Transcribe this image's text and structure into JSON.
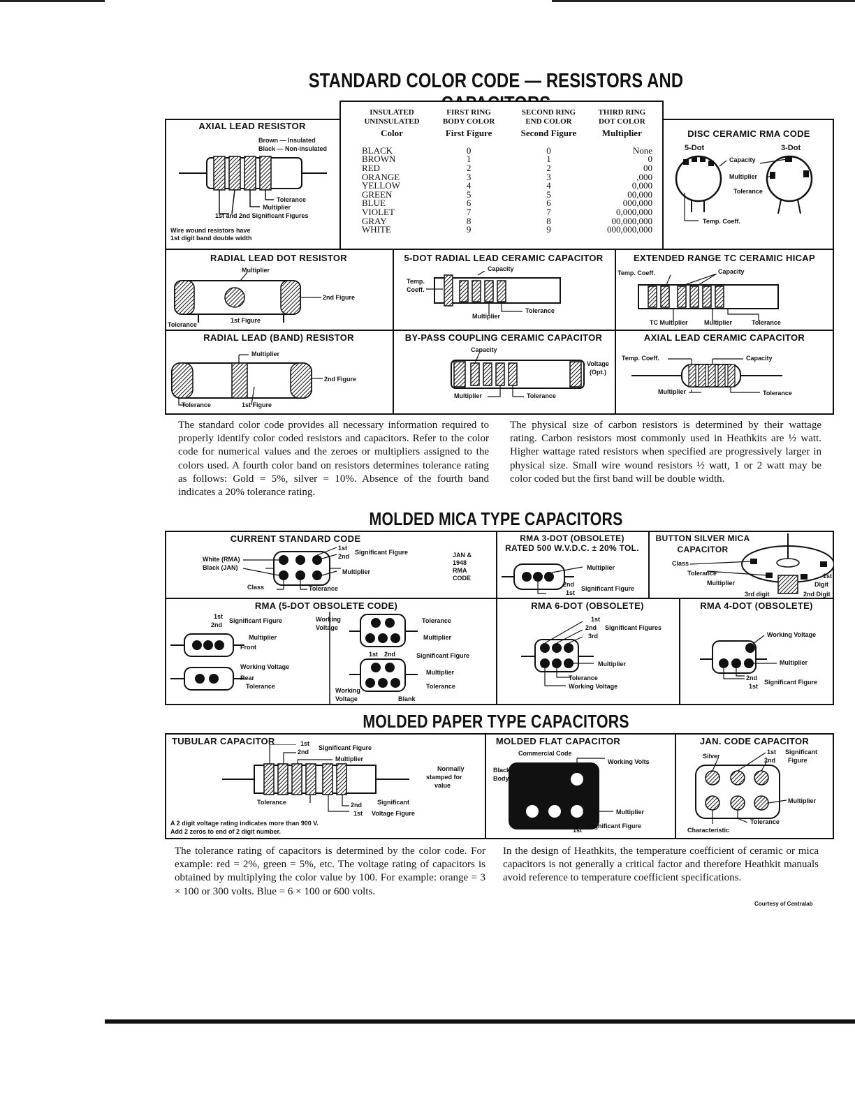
{
  "title": "STANDARD COLOR CODE — RESISTORS AND CAPACITORS",
  "color_table": {
    "header_col1": [
      "INSULATED",
      "UNINSULATED",
      "Color"
    ],
    "header_col2": [
      "FIRST RING",
      "BODY COLOR",
      "First Figure"
    ],
    "header_col3": [
      "SECOND RING",
      "END COLOR",
      "Second Figure"
    ],
    "header_col4": [
      "THIRD RING",
      "DOT COLOR",
      "Multiplier"
    ],
    "rows": [
      [
        "BLACK",
        "0",
        "0",
        "None"
      ],
      [
        "BROWN",
        "1",
        "1",
        "0"
      ],
      [
        "RED",
        "2",
        "2",
        "00"
      ],
      [
        "ORANGE",
        "3",
        "3",
        ",000"
      ],
      [
        "YELLOW",
        "4",
        "4",
        "0,000"
      ],
      [
        "GREEN",
        "5",
        "5",
        "00,000"
      ],
      [
        "BLUE",
        "6",
        "6",
        "000,000"
      ],
      [
        "VIOLET",
        "7",
        "7",
        "0,000,000"
      ],
      [
        "GRAY",
        "8",
        "8",
        "00,000,000"
      ],
      [
        "WHITE",
        "9",
        "9",
        "000,000,000"
      ]
    ]
  },
  "axial": {
    "title": "AXIAL LEAD RESISTOR",
    "brown": "Brown — Insulated",
    "black": "Black — Non-insulated",
    "tolerance": "Tolerance",
    "multiplier": "Multiplier",
    "sig": "1st and 2nd Significant Figures",
    "note1": "Wire wound resistors have",
    "note2": "1st digit band double width"
  },
  "disc": {
    "title": "DISC CERAMIC RMA CODE",
    "five": "5-Dot",
    "three": "3-Dot",
    "capacity": "Capacity",
    "multiplier": "Multiplier",
    "tolerance": "Tolerance",
    "temp": "Temp. Coeff."
  },
  "radial_dot": {
    "title": "RADIAL LEAD DOT RESISTOR",
    "multiplier": "Multiplier",
    "second": "2nd Figure",
    "tolerance": "Tolerance",
    "first": "1st Figure"
  },
  "fivedot": {
    "title": "5-DOT RADIAL LEAD CERAMIC CAPACITOR",
    "capacity": "Capacity",
    "temp1": "Temp.",
    "temp2": "Coeff.",
    "tolerance": "Tolerance",
    "multiplier": "Multiplier"
  },
  "hicap": {
    "title": "EXTENDED RANGE TC CERAMIC  HICAP",
    "temp": "Temp. Coeff.",
    "capacity": "Capacity",
    "tcmult": "TC Multiplier",
    "multiplier": "Multiplier",
    "tolerance": "Tolerance"
  },
  "radial_band": {
    "title": "RADIAL LEAD (BAND) RESISTOR",
    "multiplier": "Multiplier",
    "second": "2nd Figure",
    "tolerance": "Tolerance",
    "first": "1st Figure"
  },
  "bypass": {
    "title": "BY-PASS COUPLING CERAMIC CAPACITOR",
    "capacity": "Capacity",
    "voltage1": "Voltage",
    "voltage2": "(Opt.)",
    "multiplier": "Multiplier",
    "tolerance": "Tolerance"
  },
  "axial_cer": {
    "title": "AXIAL LEAD CERAMIC CAPACITOR",
    "temp": "Temp. Coeff.",
    "capacity": "Capacity",
    "multiplier": "Multiplier",
    "tolerance": "Tolerance"
  },
  "para1": "The standard color code provides all necessary information required to properly identify color coded resistors and capacitors. Refer to the color code for numerical values and the zeroes or multipliers assigned to the colors used. A fourth color band on resistors determines tolerance rating as follows: Gold = 5%, silver = 10%. Absence of the fourth band indicates a 20% tolerance rating.",
  "para2": "The physical size of carbon resistors is determined by their wattage rating. Carbon resistors most commonly used in Heathkits are ½ watt. Higher wattage rated resistors when specified are progressively larger in physical size. Small wire wound resistors ½ watt, 1 or 2 watt may be color coded but the first band will be double width.",
  "mica_title": "MOLDED MICA TYPE CAPACITORS",
  "mica": {
    "current": "CURRENT STANDARD CODE",
    "white": "White (RMA)",
    "black": "Black (JAN)",
    "first": "1st",
    "second": "2nd",
    "sig": "Significant Figure",
    "multiplier": "Multiplier",
    "class": "Class",
    "tolerance": "Tolerance",
    "jan": [
      "JAN &",
      "1948",
      "RMA",
      "CODE"
    ],
    "rma3_title": "RMA 3-DOT (OBSOLETE)",
    "rma3_sub": "RATED 500 W.V.D.C. ± 20% TOL.",
    "rma3_sig": "Significant Figure",
    "button_title1": "BUTTON SILVER MICA",
    "button_title2": "CAPACITOR",
    "button_digit1": "1st",
    "button_digit1b": "Digit",
    "button_3rd": "3rd digit",
    "button_2nd": "2nd Digit",
    "rma5_title": "RMA (5-DOT OBSOLETE CODE)",
    "front": "Front",
    "working_voltage": "Working  Voltage",
    "rear": "Rear",
    "working": "Working",
    "voltage": "Voltage",
    "blank": "Blank",
    "rma6_title": "RMA 6-DOT (OBSOLETE)",
    "third": "3rd",
    "sig_figures": "Significant Figures",
    "wv": "Working Voltage",
    "rma4_title": "RMA 4-DOT (OBSOLETE)",
    "wv2": "Working Voltage"
  },
  "paper_title": "MOLDED PAPER TYPE CAPACITORS",
  "paper": {
    "tubular": "TUBULAR CAPACITOR",
    "sig": "Significant Figure",
    "multiplier": "Multiplier",
    "normally1": "Normally",
    "normally2": "stamped for",
    "normally3": "value",
    "tolerance": "Tolerance",
    "sig2": "Significant",
    "vfig": "Voltage Figure",
    "note1": "A 2 digit voltage rating indicates more than 900 V.",
    "note2": "Add 2 zeros to end of 2 digit number.",
    "flat": "MOLDED FLAT CAPACITOR",
    "commercial": "Commercial Code",
    "wvolts": "Working Volts",
    "black": "Black",
    "body": "Body",
    "sigfig": "Significant Figure",
    "jan": "JAN. CODE CAPACITOR",
    "silver": "Silver",
    "significant": "Significant",
    "figure": "Figure",
    "characteristic": "Characteristic"
  },
  "para3": "The tolerance rating of capacitors is determined by the color code. For example: red = 2%, green = 5%, etc. The voltage rating of capacitors is obtained by multiplying the color value by 100. For example: orange = 3 × 100 or 300 volts. Blue = 6 × 100 or 600 volts.",
  "para4": "In the design of Heathkits, the temperature coefficient of ceramic or mica capacitors is not generally a critical factor and therefore Heathkit manuals avoid reference to temperature coefficient specifications.",
  "courtesy": "Courtesy of Centralab"
}
